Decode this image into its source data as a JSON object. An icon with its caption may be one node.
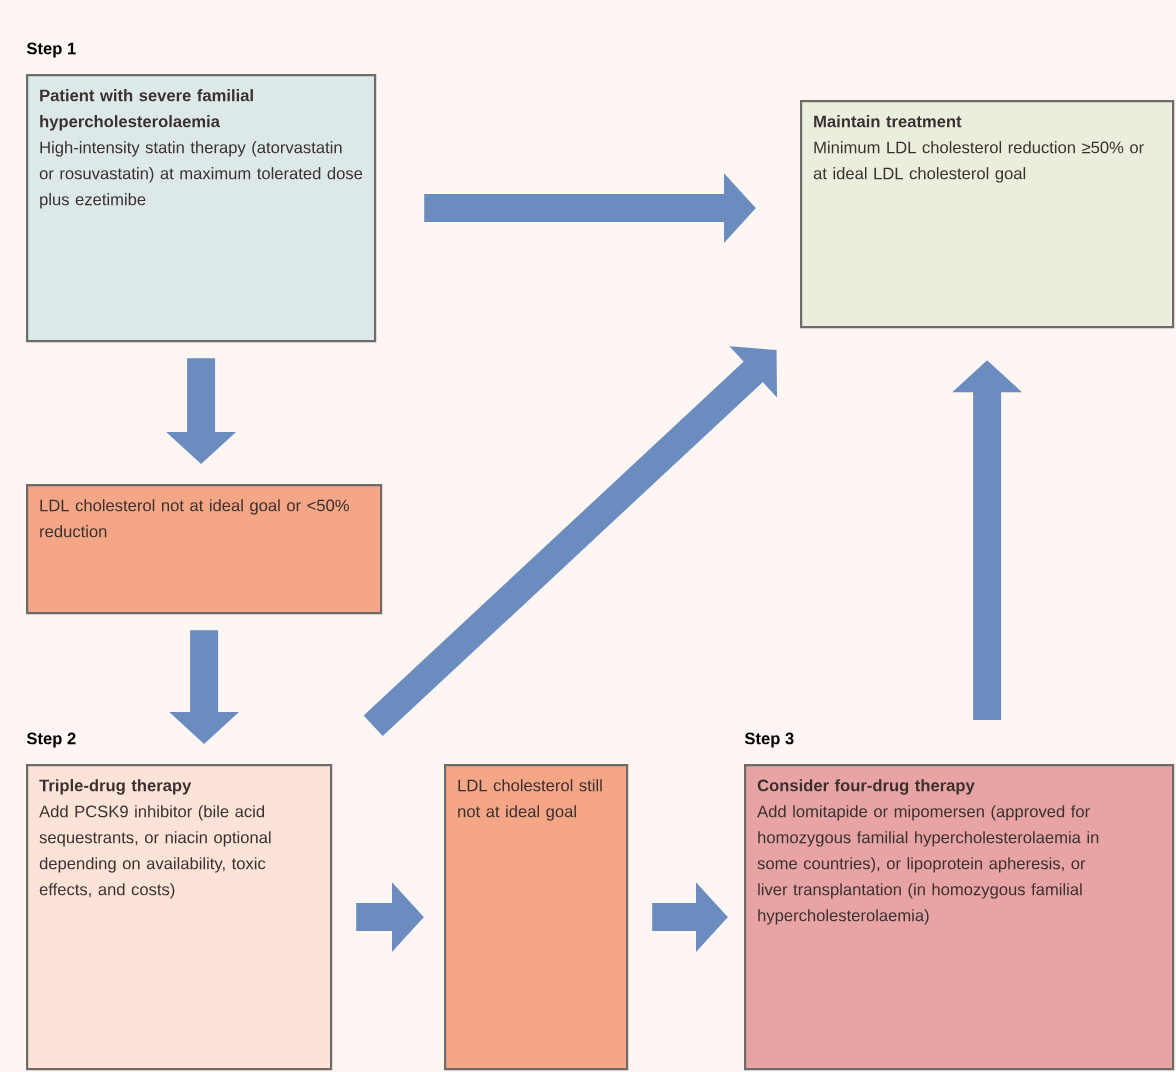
{
  "diagram": {
    "nodes": [
      {
        "text": [
          "Step 1",
          "Patient with severe familial hypercholesterolaemia",
          "High-intensity statin therapy (atorvastatin or rosuvastatin) at maximum tolerated dose plus ezetimibe"
        ]
      },
      {
        "text": [
          "Maintain treatment",
          "Minimum LDL cholesterol reduction ≥50% or at ideal LDL cholesterol goal"
        ]
      },
      {
        "text": [
          "LDL cholesterol not at ideal goal or <50% reduction"
        ]
      },
      {
        "text": [
          "Step 2",
          "Triple-drug therapy",
          "Add PCSK9 inhibitor (bile acid sequestrants, or niacin optional depending on availability, toxic effects, and costs)"
        ]
      },
      {
        "text": [
          "LDL cholesterol still not at ideal goal"
        ]
      },
      {
        "text": [
          "Step 3",
          "Consider four-drug therapy",
          "Add lomitapide or mipomersen (approved for homozygous familial hypercholesterolaemia in some countries), or lipoprotein apheresis, or liver transplantation (in homozygous familial hypercholesterolaemia)"
        ]
      }
    ],
    "edges": [
      {
        "from": 0,
        "to": 1,
        "arrow": "to"
      },
      {
        "from": 0,
        "to": 2,
        "arrow": "to"
      },
      {
        "from": 2,
        "to": 3,
        "arrow": "to"
      },
      {
        "from": 3,
        "to": 1,
        "arrow": "to"
      },
      {
        "from": 3,
        "to": 4,
        "arrow": "to"
      },
      {
        "from": 4,
        "to": 5,
        "arrow": "to"
      },
      {
        "from": 5,
        "to": 1,
        "arrow": "to"
      }
    ]
  }
}
